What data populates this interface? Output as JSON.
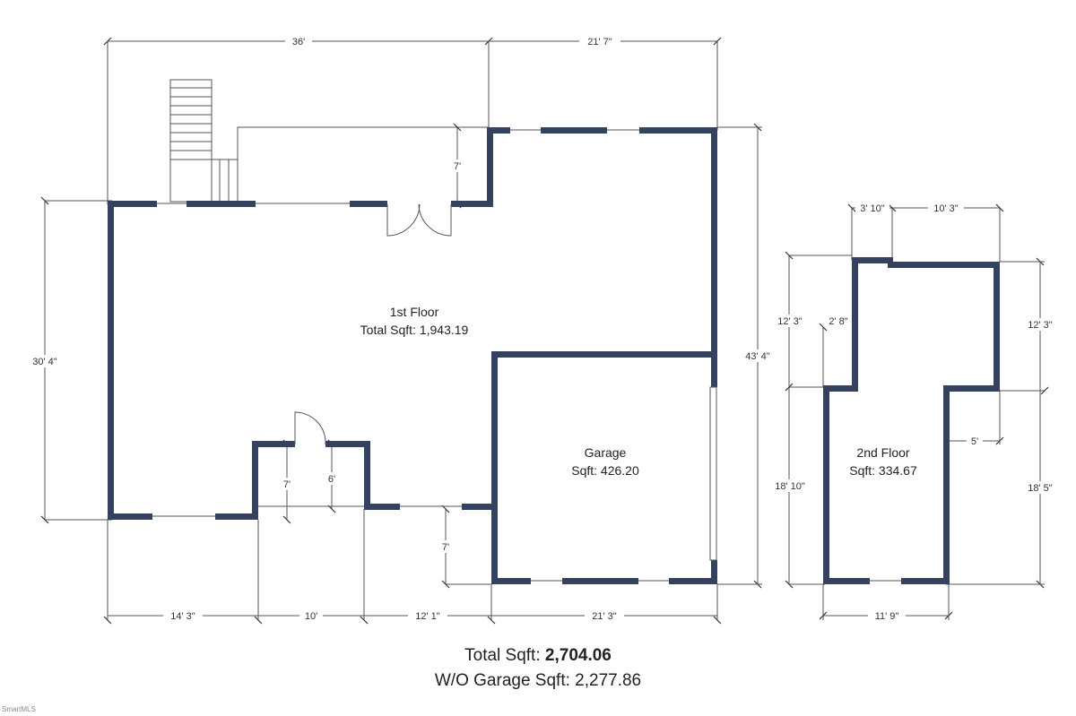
{
  "colors": {
    "wall": "#35425f",
    "dimension_line": "#555555"
  },
  "dimensions": {
    "top_left": "36'",
    "top_right": "21' 7\"",
    "left_height": "30' 4\"",
    "right_height": "43' 4\"",
    "deck_depth": "7'",
    "porch_left": "7'",
    "porch_right": "6'",
    "garage_offset": "7'",
    "bottom_1": "14' 3\"",
    "bottom_2": "10'",
    "bottom_3": "12' 1\"",
    "bottom_4": "21' 3\"",
    "f2_top_left": "3' 10\"",
    "f2_top_right": "10' 3\"",
    "f2_left_upper": "12' 3\"",
    "f2_left_inner": "2' 8\"",
    "f2_right_upper": "12' 3\"",
    "f2_notch": "5'",
    "f2_left_lower": "18' 10\"",
    "f2_right_lower": "18' 5\"",
    "f2_bottom": "11' 9\""
  },
  "rooms": {
    "first_floor": {
      "name": "1st Floor",
      "area": "Total Sqft: 1,943.19"
    },
    "garage": {
      "name": "Garage",
      "area": "Sqft: 426.20"
    },
    "second_floor": {
      "name": "2nd Floor",
      "area": "Sqft: 334.67"
    }
  },
  "totals": {
    "total_label": "Total Sqft:",
    "total_value": "2,704.06",
    "wo_garage": "W/O Garage Sqft: 2,277.86"
  },
  "watermark": "SmartMLS"
}
